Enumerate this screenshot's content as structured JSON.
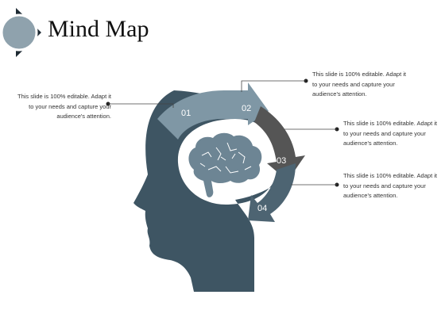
{
  "title": "Mind Map",
  "steps": [
    "01",
    "02",
    "03",
    "04"
  ],
  "notes": {
    "left": "This slide is 100% editable. Adapt it to your needs and capture your audience's attention.",
    "right_1": "This slide is 100% editable. Adapt it to your needs and capture your audience's attention.",
    "right_2": "This slide is 100% editable. Adapt it to your needs and capture your audience's attention.",
    "right_3": "This slide is 100% editable. Adapt it to your needs and capture your audience's attention."
  },
  "colors": {
    "head": "#3e5563",
    "arrow_light": "#7f97a5",
    "arrow_dark": "#555555",
    "arrow_mid": "#4d6472",
    "brain": "#6d8594",
    "accent_circle": "#8fa2ad"
  }
}
